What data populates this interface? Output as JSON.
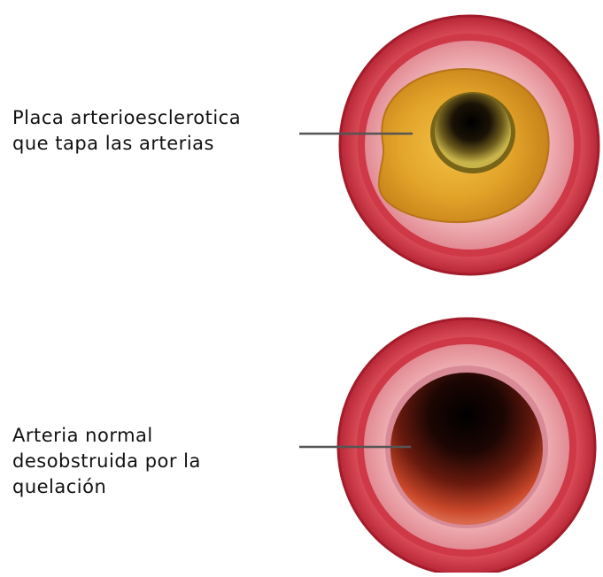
{
  "labels": {
    "blocked": {
      "lines": [
        "Placa arterioesclerotica",
        "que tapa las arterias"
      ]
    },
    "normal": {
      "lines": [
        "Arteria normal",
        "desobstruida por la",
        "quelación"
      ]
    }
  },
  "colors": {
    "outer_wall": "#d03c4a",
    "outer_wall_edge": "#a8202e",
    "middle_wall": "#e58a92",
    "inner_wall": "#f0b4b8",
    "plaque": "#e2a21e",
    "plaque_edge": "#c98412",
    "lumen_dark": "#120803",
    "pointer_line": "#555555"
  }
}
